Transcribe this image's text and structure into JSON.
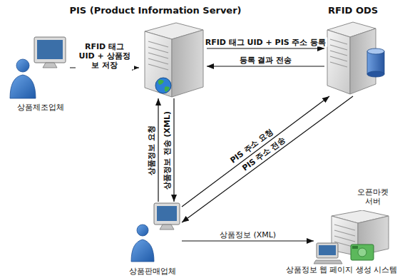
{
  "diagram": {
    "nodes": [
      {
        "text": [
          "PIS (Product Information Server)"
        ]
      },
      {
        "text": [
          "RFID ODS"
        ]
      },
      {
        "text": [
          "상품제조업체"
        ]
      },
      {
        "text": [
          "오픈마켓 서버",
          "상품정보 웹 페이지 생성 시스템"
        ]
      },
      {
        "text": [
          "상품판매업체"
        ]
      }
    ],
    "edges": [
      {
        "from": 2,
        "to": 0,
        "label": "RFID 태그 UID + 상품정보 저장",
        "arrow": "to"
      },
      {
        "from": 0,
        "to": 1,
        "label": "RFID 태그 UID + PIS 주소 등록",
        "arrow": "to"
      },
      {
        "from": 1,
        "to": 0,
        "label": "등록 결과 전송",
        "arrow": "to"
      },
      {
        "from": 4,
        "to": 0,
        "label": "상품정보 요청",
        "arrow": "to"
      },
      {
        "from": 0,
        "to": 4,
        "label": "상품정보 전송 (XML)",
        "arrow": "to"
      },
      {
        "from": 4,
        "to": 1,
        "label": "PIS 주소 요청",
        "arrow": "to"
      },
      {
        "from": 1,
        "to": 4,
        "label": "PIS 주소 전송",
        "arrow": "to"
      },
      {
        "from": 4,
        "to": 3,
        "label": "상품정보 (XML)",
        "arrow": "to"
      }
    ]
  }
}
